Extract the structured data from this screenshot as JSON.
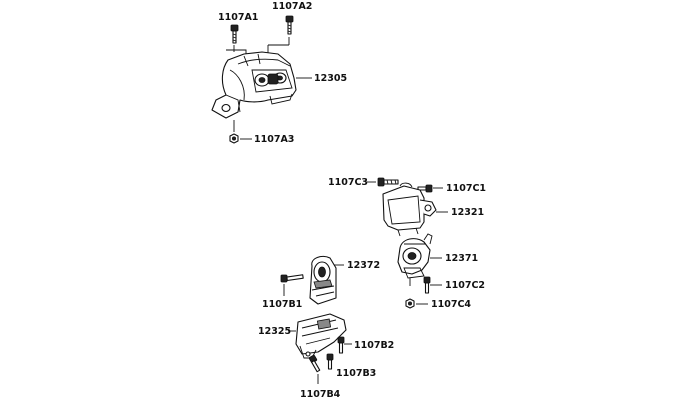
{
  "diagram": {
    "labels": {
      "p1107A1": "1107A1",
      "p1107A2": "1107A2",
      "p12305": "12305",
      "p1107A3": "1107A3",
      "p1107C3": "1107C3",
      "p1107C1": "1107C1",
      "p12321": "12321",
      "p12371": "12371",
      "p12372": "12372",
      "p1107C2": "1107C2",
      "p1107C4": "1107C4",
      "p1107B1": "1107B1",
      "p12325": "12325",
      "p1107B2": "1107B2",
      "p1107B3": "1107B3",
      "p1107B4": "1107B4"
    }
  }
}
